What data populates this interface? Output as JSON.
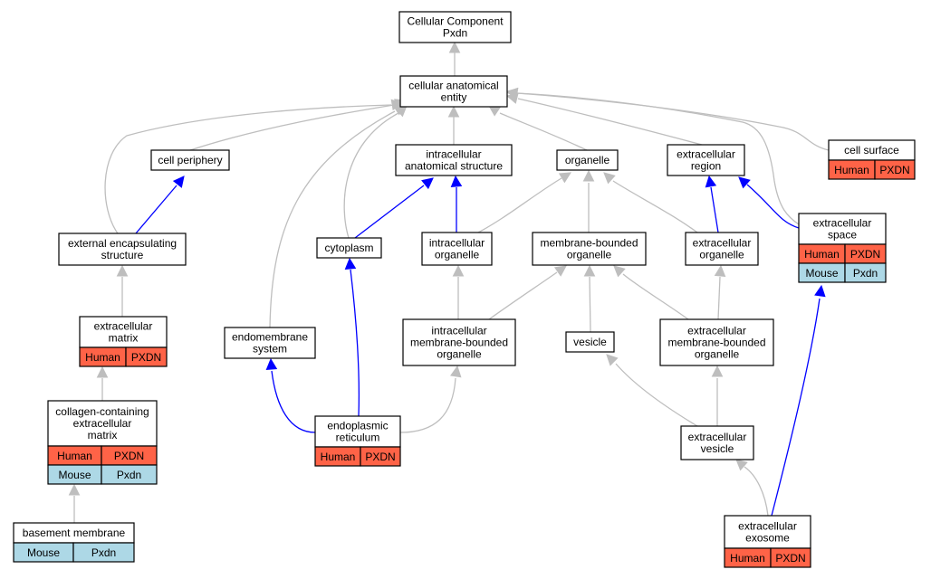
{
  "colors": {
    "human": "#ff6347",
    "mouse": "#add8e6",
    "edge_is_a": "#bebebe",
    "edge_part_of": "#0000ff",
    "node_border": "#000000",
    "node_fill": "#ffffff"
  },
  "nodes": {
    "cellular_component_pxdn": {
      "lines": [
        "Cellular Component",
        "Pxdn"
      ]
    },
    "cellular_anatomical_entity": {
      "lines": [
        "cellular anatomical",
        "entity"
      ]
    },
    "cell_periphery": {
      "lines": [
        "cell periphery"
      ]
    },
    "intracellular_anatomical_structure": {
      "lines": [
        "intracellular",
        "anatomical structure"
      ]
    },
    "organelle": {
      "lines": [
        "organelle"
      ]
    },
    "extracellular_region": {
      "lines": [
        "extracellular",
        "region"
      ]
    },
    "cell_surface": {
      "lines": [
        "cell surface"
      ],
      "rows": [
        [
          "Human",
          "PXDN"
        ]
      ]
    },
    "external_encapsulating_structure": {
      "lines": [
        "external encapsulating",
        "structure"
      ]
    },
    "cytoplasm": {
      "lines": [
        "cytoplasm"
      ]
    },
    "intracellular_organelle": {
      "lines": [
        "intracellular",
        "organelle"
      ]
    },
    "membrane_bounded_organelle": {
      "lines": [
        "membrane-bounded",
        "organelle"
      ]
    },
    "extracellular_organelle": {
      "lines": [
        "extracellular",
        "organelle"
      ]
    },
    "extracellular_space": {
      "lines": [
        "extracellular",
        "space"
      ],
      "rows": [
        [
          "Human",
          "PXDN"
        ],
        [
          "Mouse",
          "Pxdn"
        ]
      ]
    },
    "extracellular_matrix": {
      "lines": [
        "extracellular",
        "matrix"
      ],
      "rows": [
        [
          "Human",
          "PXDN"
        ]
      ]
    },
    "endomembrane_system": {
      "lines": [
        "endomembrane",
        "system"
      ]
    },
    "intracellular_membrane_bounded_organelle": {
      "lines": [
        "intracellular",
        "membrane-bounded",
        "organelle"
      ]
    },
    "vesicle": {
      "lines": [
        "vesicle"
      ]
    },
    "extracellular_membrane_bounded_organelle": {
      "lines": [
        "extracellular",
        "membrane-bounded",
        "organelle"
      ]
    },
    "collagen_containing_extracellular_matrix": {
      "lines": [
        "collagen-containing",
        "extracellular",
        "matrix"
      ],
      "rows": [
        [
          "Human",
          "PXDN"
        ],
        [
          "Mouse",
          "Pxdn"
        ]
      ]
    },
    "endoplasmic_reticulum": {
      "lines": [
        "endoplasmic",
        "reticulum"
      ],
      "rows": [
        [
          "Human",
          "PXDN"
        ]
      ]
    },
    "extracellular_vesicle": {
      "lines": [
        "extracellular",
        "vesicle"
      ]
    },
    "basement_membrane": {
      "lines": [
        "basement membrane"
      ],
      "rows": [
        [
          "Mouse",
          "Pxdn"
        ]
      ]
    },
    "extracellular_exosome": {
      "lines": [
        "extracellular",
        "exosome"
      ],
      "rows": [
        [
          "Human",
          "PXDN"
        ]
      ]
    }
  },
  "edges": [
    {
      "from": "cellular_anatomical_entity",
      "to": "cellular_component_pxdn",
      "type": "is_a"
    },
    {
      "from": "cell_periphery",
      "to": "cellular_anatomical_entity",
      "type": "is_a"
    },
    {
      "from": "intracellular_anatomical_structure",
      "to": "cellular_anatomical_entity",
      "type": "is_a"
    },
    {
      "from": "organelle",
      "to": "cellular_anatomical_entity",
      "type": "is_a"
    },
    {
      "from": "extracellular_region",
      "to": "cellular_anatomical_entity",
      "type": "is_a"
    },
    {
      "from": "cell_surface",
      "to": "cellular_anatomical_entity",
      "type": "is_a"
    },
    {
      "from": "external_encapsulating_structure",
      "to": "cellular_anatomical_entity",
      "type": "is_a"
    },
    {
      "from": "cytoplasm",
      "to": "cellular_anatomical_entity",
      "type": "is_a"
    },
    {
      "from": "endomembrane_system",
      "to": "cellular_anatomical_entity",
      "type": "is_a"
    },
    {
      "from": "extracellular_space",
      "to": "cellular_anatomical_entity",
      "type": "is_a"
    },
    {
      "from": "external_encapsulating_structure",
      "to": "cell_periphery",
      "type": "part_of"
    },
    {
      "from": "cytoplasm",
      "to": "intracellular_anatomical_structure",
      "type": "part_of"
    },
    {
      "from": "intracellular_organelle",
      "to": "intracellular_anatomical_structure",
      "type": "part_of"
    },
    {
      "from": "intracellular_organelle",
      "to": "organelle",
      "type": "is_a"
    },
    {
      "from": "membrane_bounded_organelle",
      "to": "organelle",
      "type": "is_a"
    },
    {
      "from": "extracellular_organelle",
      "to": "organelle",
      "type": "is_a"
    },
    {
      "from": "extracellular_organelle",
      "to": "extracellular_region",
      "type": "part_of"
    },
    {
      "from": "extracellular_space",
      "to": "extracellular_region",
      "type": "part_of"
    },
    {
      "from": "extracellular_matrix",
      "to": "external_encapsulating_structure",
      "type": "is_a"
    },
    {
      "from": "intracellular_membrane_bounded_organelle",
      "to": "intracellular_organelle",
      "type": "is_a"
    },
    {
      "from": "intracellular_membrane_bounded_organelle",
      "to": "membrane_bounded_organelle",
      "type": "is_a"
    },
    {
      "from": "vesicle",
      "to": "membrane_bounded_organelle",
      "type": "is_a"
    },
    {
      "from": "extracellular_membrane_bounded_organelle",
      "to": "membrane_bounded_organelle",
      "type": "is_a"
    },
    {
      "from": "extracellular_membrane_bounded_organelle",
      "to": "extracellular_organelle",
      "type": "is_a"
    },
    {
      "from": "collagen_containing_extracellular_matrix",
      "to": "extracellular_matrix",
      "type": "is_a"
    },
    {
      "from": "endoplasmic_reticulum",
      "to": "endomembrane_system",
      "type": "part_of"
    },
    {
      "from": "endoplasmic_reticulum",
      "to": "cytoplasm",
      "type": "part_of"
    },
    {
      "from": "endoplasmic_reticulum",
      "to": "intracellular_membrane_bounded_organelle",
      "type": "is_a"
    },
    {
      "from": "extracellular_vesicle",
      "to": "vesicle",
      "type": "is_a"
    },
    {
      "from": "extracellular_vesicle",
      "to": "extracellular_membrane_bounded_organelle",
      "type": "is_a"
    },
    {
      "from": "basement_membrane",
      "to": "collagen_containing_extracellular_matrix",
      "type": "is_a"
    },
    {
      "from": "extracellular_exosome",
      "to": "extracellular_vesicle",
      "type": "is_a"
    },
    {
      "from": "extracellular_exosome",
      "to": "extracellular_space",
      "type": "part_of"
    }
  ]
}
